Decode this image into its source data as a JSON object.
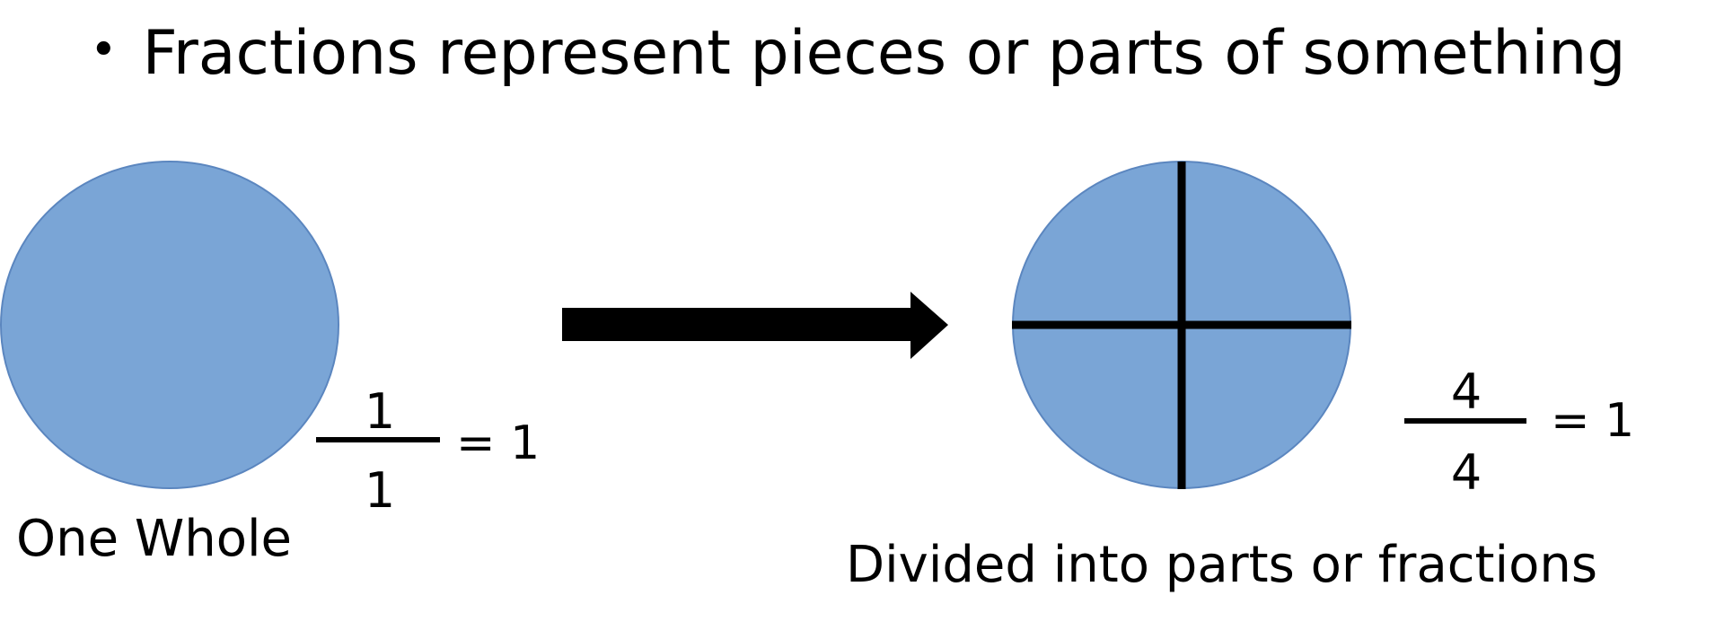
{
  "heading": {
    "bullet": "•",
    "text": "Fractions represent pieces or parts of something"
  },
  "whole": {
    "caption": "One Whole",
    "fraction": {
      "numerator": "1",
      "denominator": "1",
      "equals": "= 1"
    }
  },
  "divided": {
    "caption": "Divided into parts or fractions",
    "parts": 4,
    "fraction": {
      "numerator": "4",
      "denominator": "4",
      "equals": "= 1"
    }
  },
  "colors": {
    "circle_fill": "#7aa5d6",
    "circle_stroke": "#5b86bf",
    "lines": "#000000",
    "arrow": "#000000"
  },
  "icons": {
    "arrow": "right-arrow-icon"
  }
}
